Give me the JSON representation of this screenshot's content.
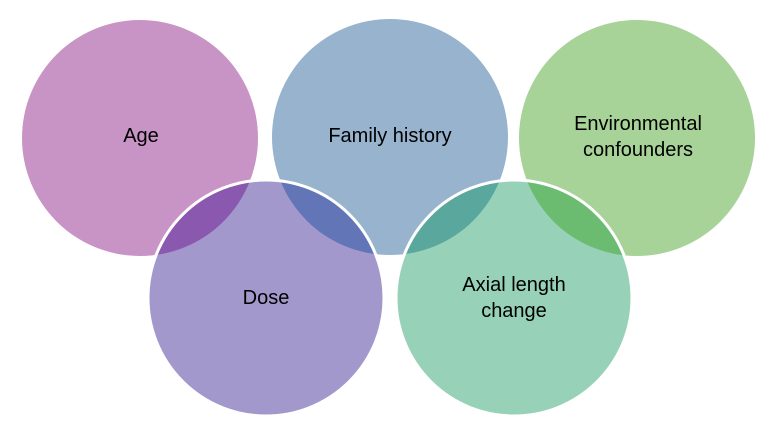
{
  "diagram": {
    "circles": [
      {
        "id": "age",
        "label": "Age",
        "color": "#C894C5"
      },
      {
        "id": "family",
        "label": "Family history",
        "color": "#97B3CE"
      },
      {
        "id": "environment",
        "label": "Environmental\nconfounders",
        "color": "#A7D398"
      },
      {
        "id": "dose",
        "label": "Dose",
        "color": "#A298CC"
      },
      {
        "id": "axial",
        "label": "Axial length\nchange",
        "color": "#97D2B8"
      }
    ],
    "overlaps": [
      {
        "between": [
          "age",
          "dose"
        ],
        "color": "#8A58AE"
      },
      {
        "between": [
          "family",
          "dose"
        ],
        "color": "#6275B6"
      },
      {
        "between": [
          "family",
          "axial"
        ],
        "color": "#5AA79D"
      },
      {
        "between": [
          "environment",
          "axial"
        ],
        "color": "#6BBB70"
      }
    ],
    "outline_color": "#FFFFFF"
  }
}
